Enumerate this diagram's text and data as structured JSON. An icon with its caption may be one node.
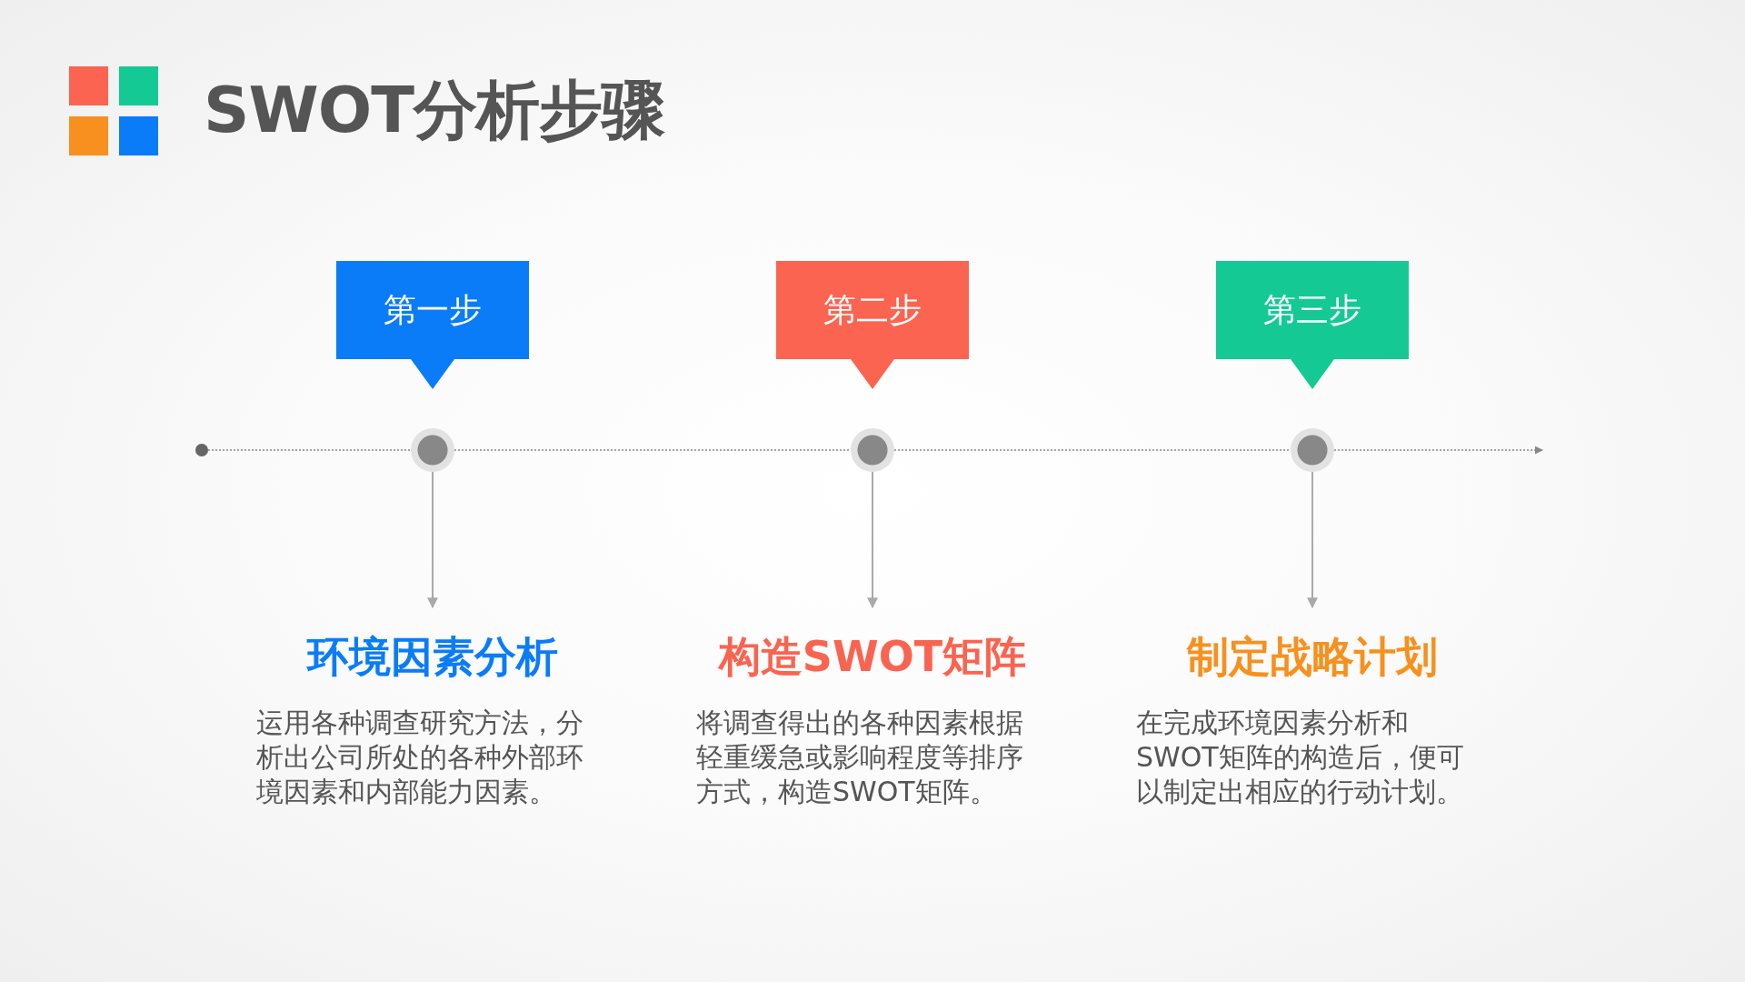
{
  "diagram": {
    "title": "SWOT分析步骤",
    "nodes": [
      {
        "text": [
          "第一步"
        ]
      },
      {
        "text": [
          "第二步"
        ]
      },
      {
        "text": [
          "第三步"
        ]
      },
      {
        "text": [],
        "shape": "circle"
      },
      {
        "text": [],
        "shape": "circle"
      },
      {
        "text": [],
        "shape": "circle"
      },
      {
        "text": [],
        "shape": "circle"
      },
      {
        "text": [
          "环境因素分析",
          "运用各种调查研究方法，分析出公司所处的各种外部环境因素和内部能力因素。"
        ]
      },
      {
        "text": [
          "构造SWOT矩阵",
          "将调查得出的各种因素根据轻重缓急或影响程度等排序方式，构造SWOT矩阵。"
        ]
      },
      {
        "text": [
          "制定战略计划",
          "在完成环境因素分析和SWOT矩阵的构造后，便可以制定出相应的行动计划。"
        ]
      }
    ],
    "edges": [
      {
        "from": 3,
        "to": 4,
        "arrow": "none",
        "style": "dashed"
      },
      {
        "from": 4,
        "to": 5,
        "arrow": "none",
        "style": "dashed"
      },
      {
        "from": 5,
        "to": 6,
        "arrow": "none",
        "style": "dashed"
      },
      {
        "from": 6,
        "to": null,
        "arrow": "to",
        "style": "dashed"
      },
      {
        "from": 4,
        "to": 7,
        "arrow": "to"
      },
      {
        "from": 5,
        "to": 8,
        "arrow": "to"
      },
      {
        "from": 6,
        "to": 9,
        "arrow": "to"
      }
    ]
  }
}
